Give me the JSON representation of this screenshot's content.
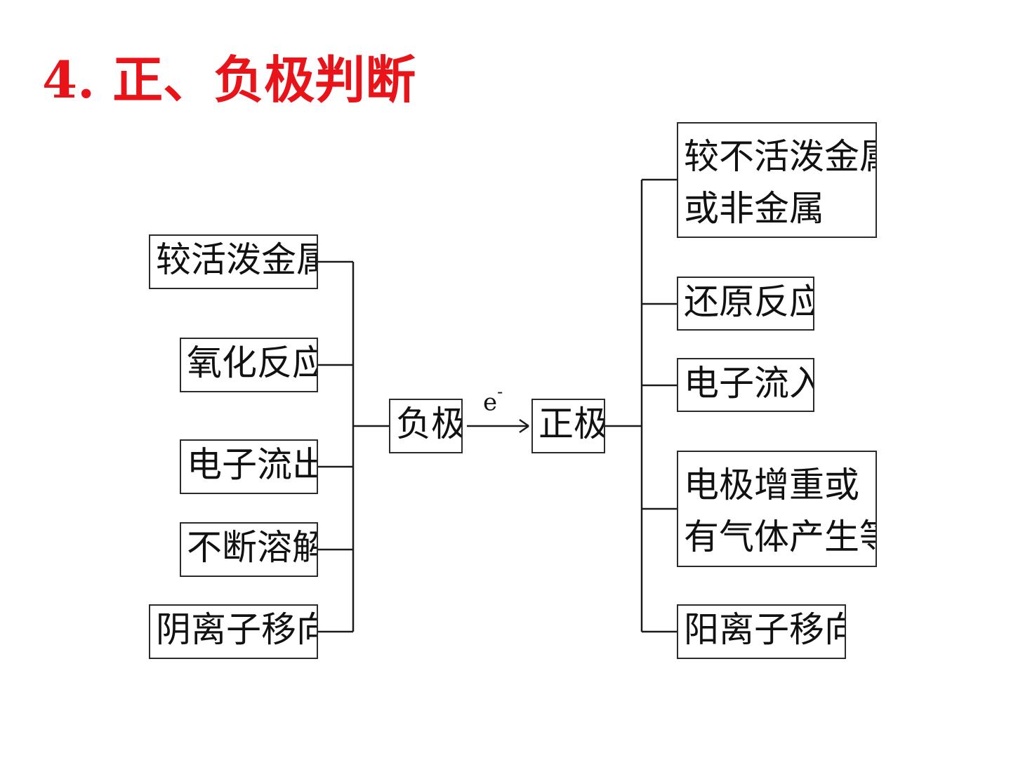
{
  "title": "4. 正、负极判断",
  "negative": {
    "label": "负极",
    "properties": [
      "较活泼金属",
      "氧化反应",
      "电子流出",
      "不断溶解",
      "阴离子移向"
    ]
  },
  "positive": {
    "label": "正极",
    "properties": [
      [
        "较不活泼金属",
        "或非金属"
      ],
      [
        "还原反应"
      ],
      [
        "电子流入"
      ],
      [
        "电极增重或",
        "有气体产生等"
      ],
      [
        "阳离子移向"
      ]
    ]
  },
  "electron_flow": {
    "symbol": "e",
    "charge": "-"
  }
}
